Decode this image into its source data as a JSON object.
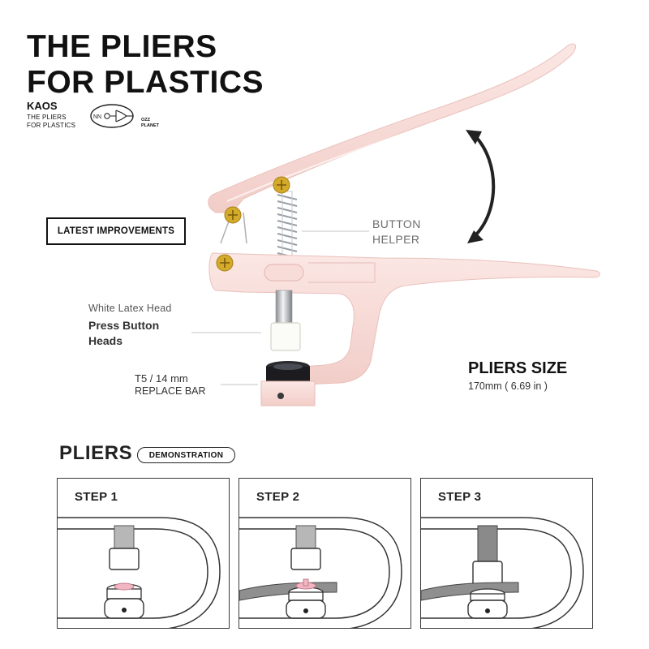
{
  "header": {
    "title_line1": "THE PLIERS",
    "title_line2": "FOR PLASTICS",
    "brand": "KAOS",
    "brand_sub_line1": "THE PLIERS",
    "brand_sub_line2": "FOR PLASTICS",
    "logo_text_line1": "OZZ",
    "logo_text_line2": "PLANET"
  },
  "product": {
    "badge": "LATEST IMPROVEMENTS",
    "button_helper_line1": "BUTTON",
    "button_helper_line2": "HELPER",
    "latex_head": "White Latex Head",
    "press_button_line1": "Press Button",
    "press_button_line2": "Heads",
    "t5_label": "T5  / 14 mm",
    "replace_bar": "REPLACE BAR",
    "size_title": "PLIERS SIZE",
    "size_value": "170mm ( 6.69 in )",
    "colors": {
      "pliers_pink": "#f6d8d4",
      "screw_gold": "#d4aa2a",
      "text_dark": "#111111"
    }
  },
  "demo": {
    "title": "PLIERS",
    "pill": "DEMONSTRATION",
    "steps": [
      {
        "label": "STEP 1"
      },
      {
        "label": "STEP 2"
      },
      {
        "label": "STEP 3"
      }
    ]
  }
}
